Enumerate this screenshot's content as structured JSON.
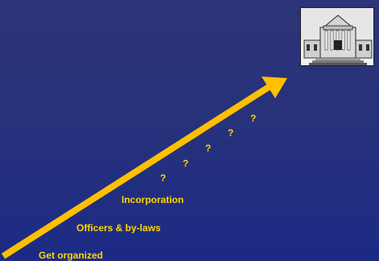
{
  "slide": {
    "background_color": "#27327a",
    "arrow_color": "#ffc000",
    "label_color": "#ffd700",
    "steps": [
      {
        "label": "Get organized"
      },
      {
        "label": "Officers & by-laws"
      },
      {
        "label": "Incorporation"
      }
    ],
    "unknown_steps": [
      {
        "label": "?"
      },
      {
        "label": "?"
      },
      {
        "label": "?"
      },
      {
        "label": "?"
      },
      {
        "label": "?"
      }
    ],
    "goal_image": {
      "icon": "capitol-building-icon"
    }
  }
}
